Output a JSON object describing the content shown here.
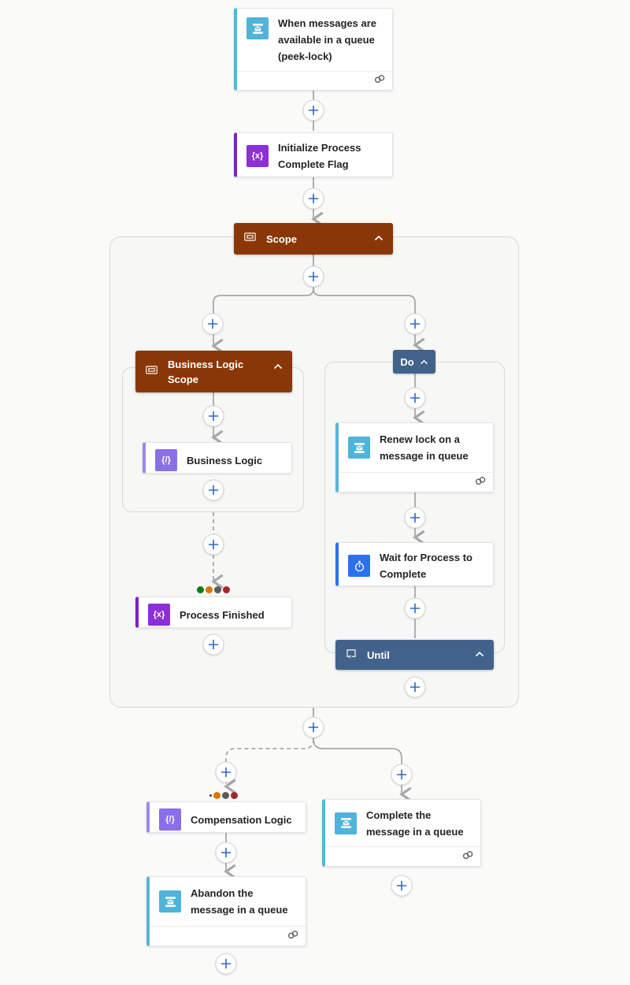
{
  "workflow": {
    "trigger": {
      "title": "When messages are available in a queue (peek-lock)"
    },
    "initialize_flag": {
      "title": "Initialize Process Complete Flag"
    },
    "scope": {
      "title": "Scope"
    },
    "business_logic_scope": {
      "title": "Business Logic Scope"
    },
    "business_logic": {
      "title": "Business Logic"
    },
    "process_finished": {
      "title": "Process Finished"
    },
    "do_loop": {
      "label": "Do"
    },
    "renew_lock": {
      "title": "Renew lock on a message in queue"
    },
    "wait_process": {
      "title": "Wait for Process to Complete"
    },
    "until": {
      "title": "Until"
    },
    "compensation_logic": {
      "title": "Compensation Logic"
    },
    "abandon_message": {
      "title": "Abandon the message in a queue"
    },
    "complete_message": {
      "title": "Complete the message in a queue"
    }
  },
  "icons": {
    "service_bus": "service-bus-queue",
    "variable": "{x}",
    "inline_code": "{/}",
    "schedule": "stopwatch",
    "scope": "scope-frame",
    "until": "loop",
    "connection": "linked-rings"
  },
  "colors": {
    "service_bus_tile": "#4fb3da",
    "service_bus_accent": "#59b4d9",
    "variable_tile": "#8b2fd8",
    "variable_accent": "#7c22c0",
    "inline_code_tile": "#8a6fe8",
    "inline_code_accent": "#9d88ec",
    "schedule_tile": "#2d71ec",
    "schedule_accent": "#2d71ec",
    "scope_brown": "#8a3707",
    "loop_slate": "#41628a"
  },
  "status_dots": {
    "upper": [
      "#107c10",
      "#db7500",
      "#5d5a58",
      "#a4262c"
    ],
    "lower_tiny": "#3a3a3a",
    "lower": [
      "#db7500",
      "#5d5a58",
      "#a4262c"
    ]
  }
}
